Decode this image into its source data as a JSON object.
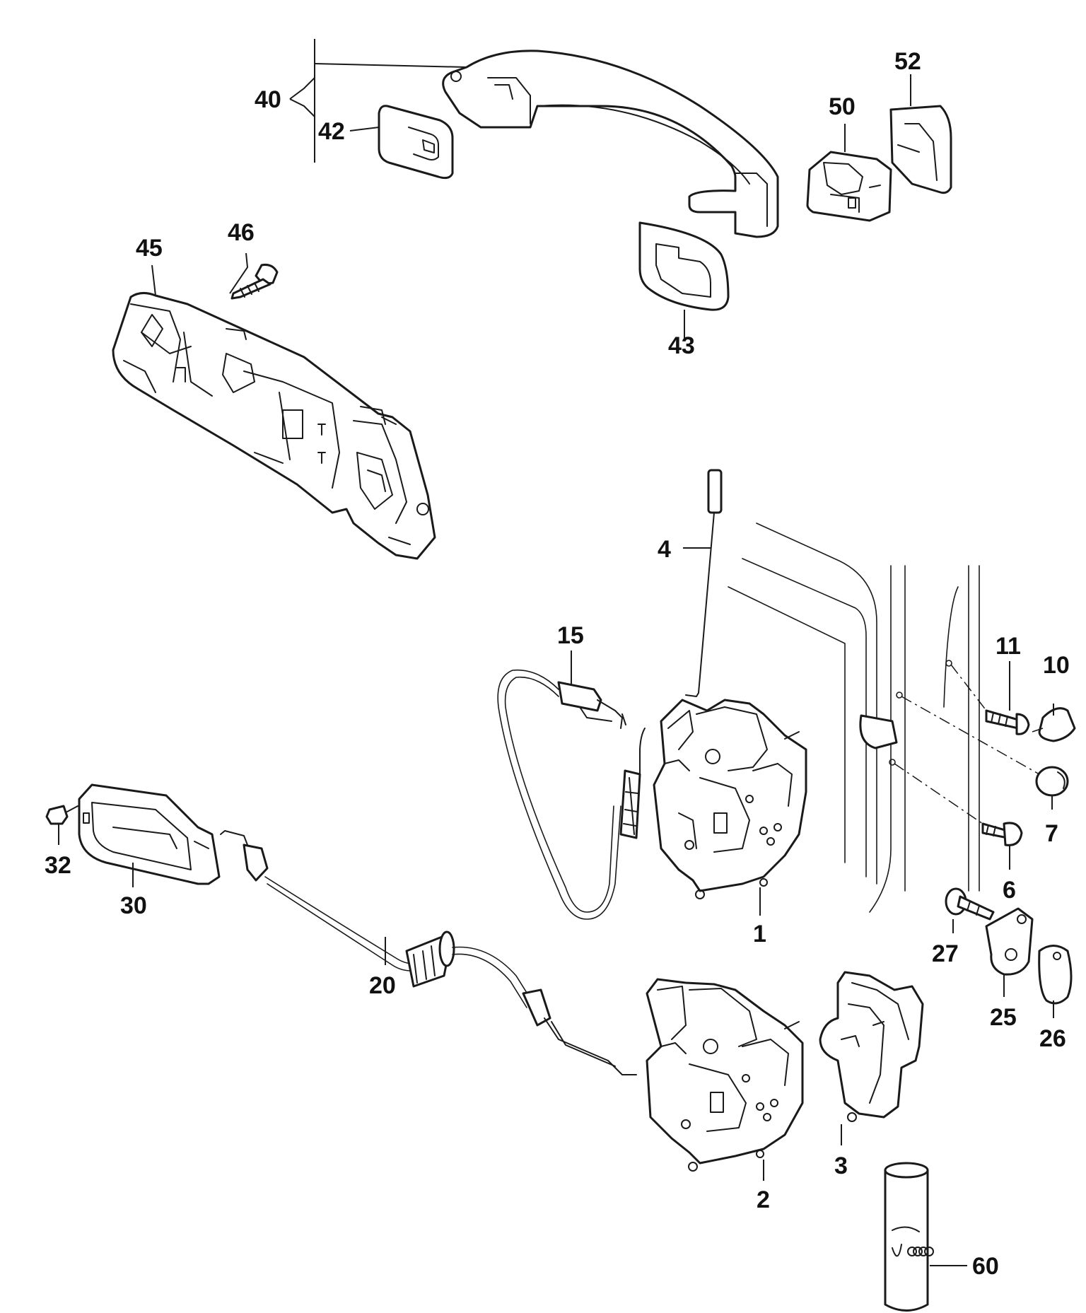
{
  "labels": {
    "l40": "40",
    "l42": "42",
    "l52": "52",
    "l50": "50",
    "l45": "45",
    "l46": "46",
    "l43": "43",
    "l4": "4",
    "l15": "15",
    "l11": "11",
    "l10": "10",
    "l7": "7",
    "l6": "6",
    "l1": "1",
    "l32": "32",
    "l30": "30",
    "l27": "27",
    "l25": "25",
    "l26": "26",
    "l20": "20",
    "l3": "3",
    "l2": "2",
    "l60": "60"
  }
}
